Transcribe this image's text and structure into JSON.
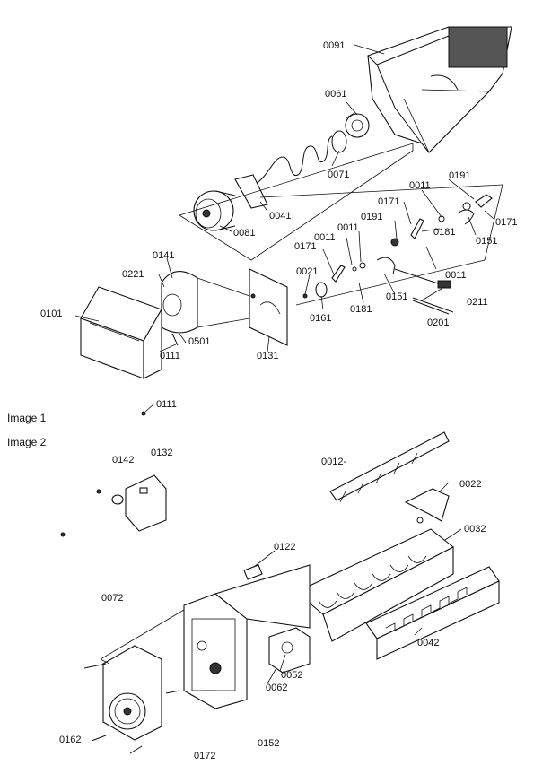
{
  "captions": {
    "image1": "Image 1",
    "image2": "Image 2"
  },
  "parts": {
    "p0091": "0091",
    "p0061": "0061",
    "p0071": "0071",
    "p0041": "0041",
    "p0081": "0081",
    "p0011a": "0011",
    "p0191a": "0191",
    "p0171a": "0171",
    "p0171b": "0171",
    "p0191b": "0191",
    "p0151a": "0151",
    "p0011b": "0011",
    "p0181a": "0181",
    "p0171c": "0171",
    "p0011c": "0011",
    "p0011d": "0011",
    "p0141": "0141",
    "p0221": "0221",
    "p0021": "0021",
    "p0161": "0161",
    "p0181b": "0181",
    "p0151b": "0151",
    "p0211": "0211",
    "p0201": "0201",
    "p0101": "0101",
    "p0501": "0501",
    "p0111a": "0111",
    "p0131": "0131",
    "p0111b": "0111",
    "p0012": "0012-",
    "p0142": "0142",
    "p0132": "0132",
    "p0022": "0022",
    "p0032": "0032",
    "p0122": "0122",
    "p0072": "0072",
    "p0052": "0052",
    "p0062": "0062",
    "p0042": "0042",
    "p0162": "0162",
    "p0172": "0172",
    "p0152": "0152"
  }
}
